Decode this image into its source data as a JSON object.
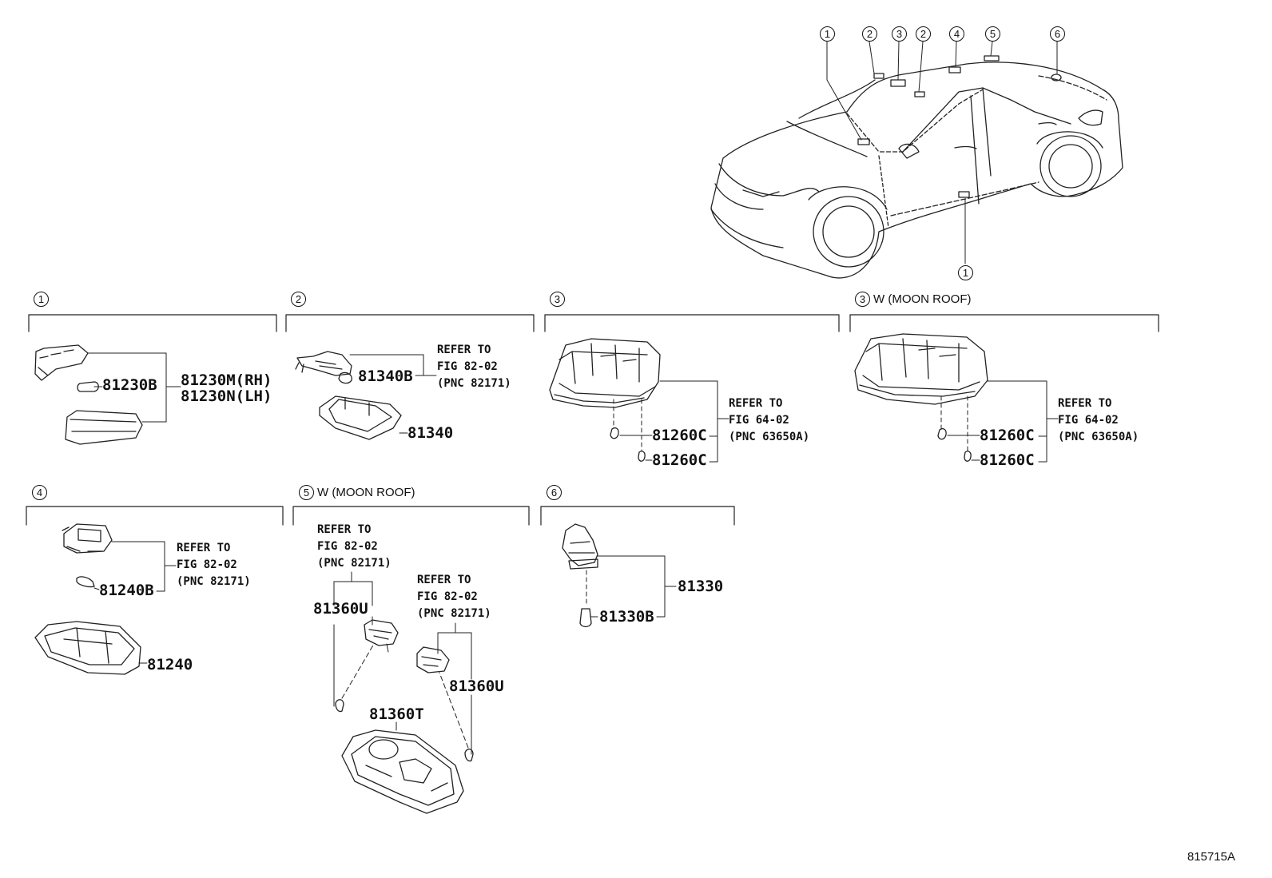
{
  "callouts": {
    "c1": "1",
    "c2": "2",
    "c3": "3",
    "c4": "4",
    "c5": "5",
    "c6": "6"
  },
  "sections": {
    "s1": {
      "num": "1"
    },
    "s2": {
      "num": "2"
    },
    "s3": {
      "num": "3"
    },
    "s3m": {
      "num": "3",
      "note": "W (MOON ROOF)"
    },
    "s4": {
      "num": "4"
    },
    "s5": {
      "num": "5",
      "note": "W (MOON ROOF)"
    },
    "s6": {
      "num": "6"
    }
  },
  "parts": {
    "p81230B": "81230B",
    "p81230M": "81230M(RH)",
    "p81230N": "81230N(LH)",
    "p81340B": "81340B",
    "p81340": "81340",
    "p81260C": "81260C",
    "p81240B": "81240B",
    "p81240": "81240",
    "p81360U": "81360U",
    "p81360T": "81360T",
    "p81330": "81330",
    "p81330B": "81330B"
  },
  "refs": {
    "r_82171_a": "REFER TO\nFIG 82-02\n(PNC 82171)",
    "r_82171_b": "REFER TO\nFIG 82-02\n(PNC 82171)",
    "r_82171_c": "REFER TO\nFIG 82-02\n(PNC 82171)",
    "r_82171_d": "REFER TO\nFIG 82-02\n(PNC 82171)",
    "r_63650A_a": "REFER TO\nFIG 64-02\n(PNC 63650A)",
    "r_63650A_b": "REFER TO\nFIG 64-02\n(PNC 63650A)"
  },
  "figure_id": "815715A"
}
